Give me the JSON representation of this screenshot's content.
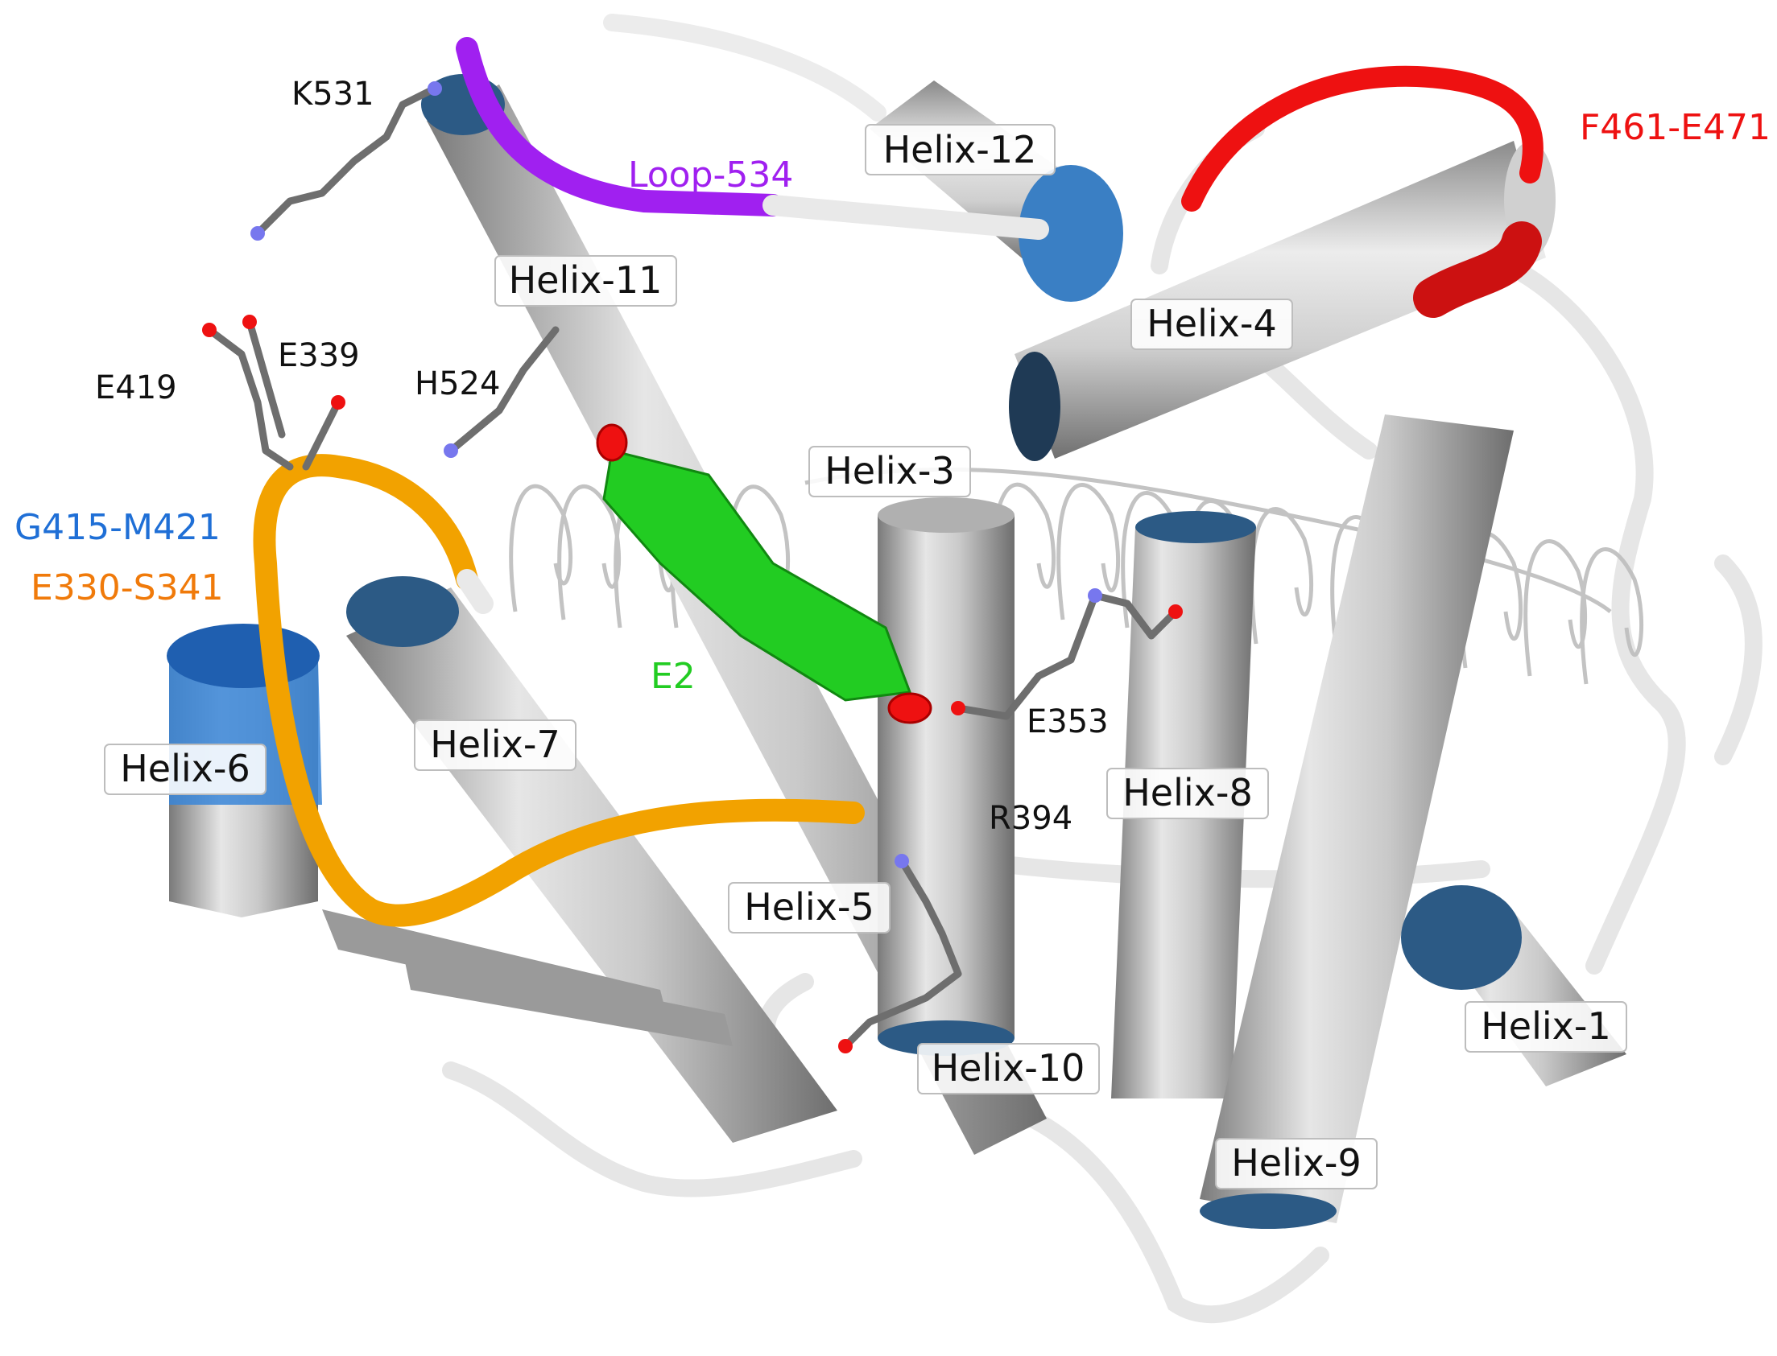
{
  "helices": {
    "h1": "Helix-1",
    "h3": "Helix-3",
    "h4": "Helix-4",
    "h5": "Helix-5",
    "h6": "Helix-6",
    "h7": "Helix-7",
    "h8": "Helix-8",
    "h9": "Helix-9",
    "h10": "Helix-10",
    "h11": "Helix-11",
    "h12": "Helix-12"
  },
  "residues": {
    "k531": "K531",
    "e419": "E419",
    "e339": "E339",
    "h524": "H524",
    "e353": "E353",
    "r394": "R394"
  },
  "regions": {
    "loop534": {
      "text": "Loop-534",
      "color": "#a020f0"
    },
    "f461": {
      "text": "F461-E471",
      "color": "#ee1111"
    },
    "g415": {
      "text": "G415-M421",
      "color": "#1f6fd6"
    },
    "e330": {
      "text": "E330-S341",
      "color": "#f07a0a"
    },
    "e2": {
      "text": "E2",
      "color": "#22cc22"
    }
  },
  "colors": {
    "helix_body": "#b9b9b9",
    "helix_cap": "#2c5a85",
    "coil": "#e9e9e9",
    "orange_loop": "#f0a000",
    "blue_segment": "#3a86d8"
  }
}
